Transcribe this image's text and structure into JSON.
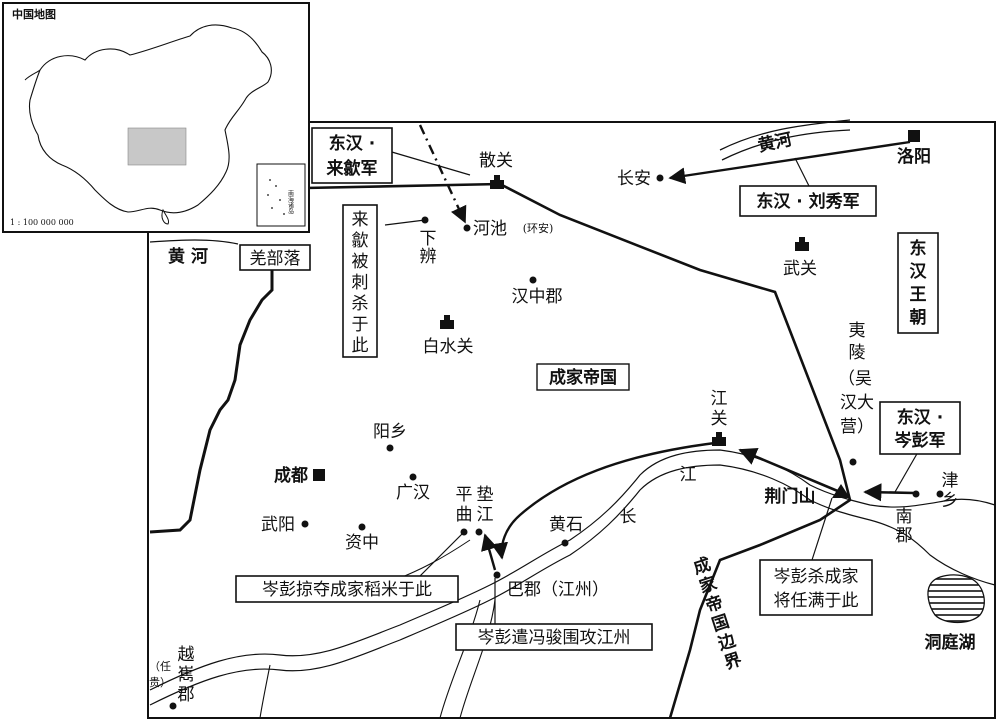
{
  "inset": {
    "title": "中国地图",
    "scale": "1 : 100 000 000",
    "south_sea_label": "南海诸岛"
  },
  "boxes": {
    "laixi_army": [
      "东汉 ·",
      "来歙军"
    ],
    "liuxiu_army": "东汉 · 刘秀军",
    "cenpeng_army": [
      "东汉 ·",
      "岑彭军"
    ],
    "laixi_killed": [
      "来",
      "歙",
      "被",
      "刺",
      "杀",
      "于",
      "此"
    ],
    "qiang_tribe": "羌部落",
    "cenpeng_loot": "岑彭掠夺成家稻米于此",
    "cenpeng_siege": "岑彭遣冯骏围攻江州",
    "cenpeng_kill": [
      "岑彭杀成家",
      "将任满于此"
    ],
    "eastern_han": [
      "东",
      "汉",
      "王",
      "朝"
    ]
  },
  "places": {
    "sanguan": "散关",
    "changan": "长安",
    "luoyang": "洛阳",
    "huanghe_ne": "黄河",
    "huanghe_w": "黄  河",
    "hechi": "河池",
    "hechi_note": "(环安)",
    "xiabian": [
      "下",
      "辨"
    ],
    "wuguan": "武关",
    "hanzhong": "汉中郡",
    "baishuiguan": "白水关",
    "chengjia": "成家帝国",
    "yiling": [
      "夷",
      "陵"
    ],
    "wuhan_camp": [
      "（吴",
      "汉大",
      "营）"
    ],
    "jiangguan": [
      "江",
      "关"
    ],
    "yangxiang": "阳乡",
    "chengdu": "成都",
    "guanghan": "广汉",
    "pingqu": [
      "平",
      "曲"
    ],
    "dianjiang": [
      "垫",
      "江"
    ],
    "wuyang": "武阳",
    "zizhong": "资中",
    "huangshi": "黄石",
    "changjiang": [
      "长",
      "江"
    ],
    "jingmenshan": "荆门山",
    "jinxiang": [
      "津",
      "乡"
    ],
    "nanjun": [
      "南",
      "郡"
    ],
    "baxian": "巴郡（江州）",
    "border": [
      "成",
      "家",
      "帝",
      "国",
      "边",
      "界"
    ],
    "dongting": "洞庭湖",
    "yuexi": [
      "越",
      "嶲",
      "郡"
    ],
    "renmao": [
      "（任",
      "贵）"
    ]
  }
}
